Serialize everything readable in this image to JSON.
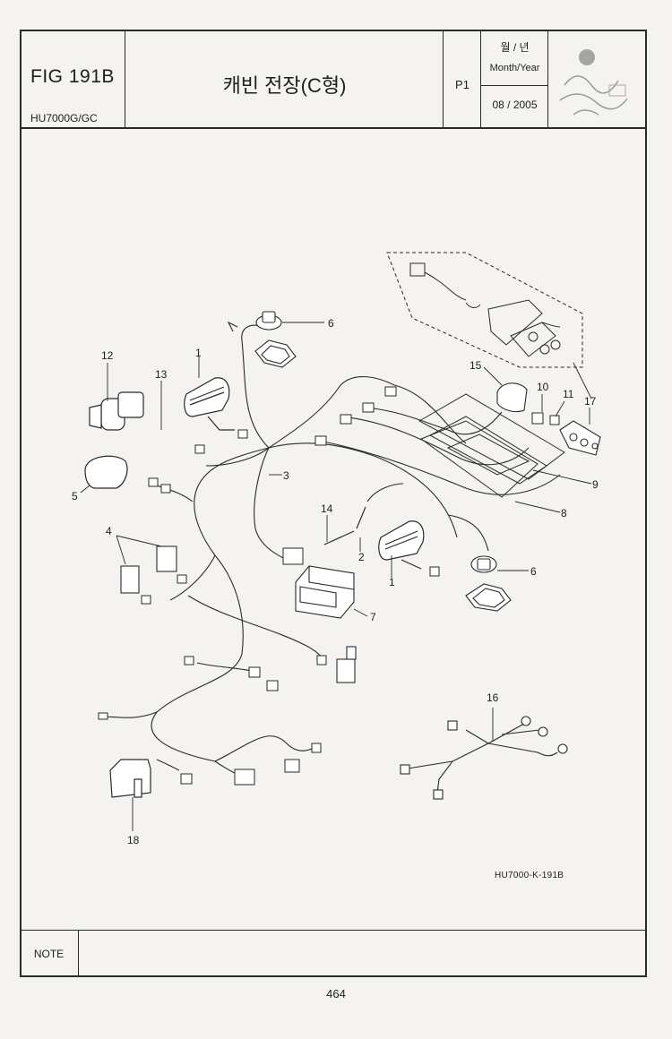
{
  "header": {
    "fig_label": "FIG 191B",
    "model": "HU7000G/GC",
    "title": "캐빈 전장(C형)",
    "page_code": "P1",
    "month_year_korean": "월 / 년",
    "month_year_english": "Month/Year",
    "date": "08 / 2005"
  },
  "diagram": {
    "drawing_code": "HU7000-K-191B",
    "callouts": [
      "1",
      "1",
      "2",
      "3",
      "4",
      "5",
      "6",
      "6",
      "7",
      "8",
      "9",
      "10",
      "11",
      "12",
      "13",
      "14",
      "15",
      "16",
      "17",
      "18"
    ]
  },
  "footer": {
    "note_label": "NOTE",
    "page_number": "464"
  }
}
